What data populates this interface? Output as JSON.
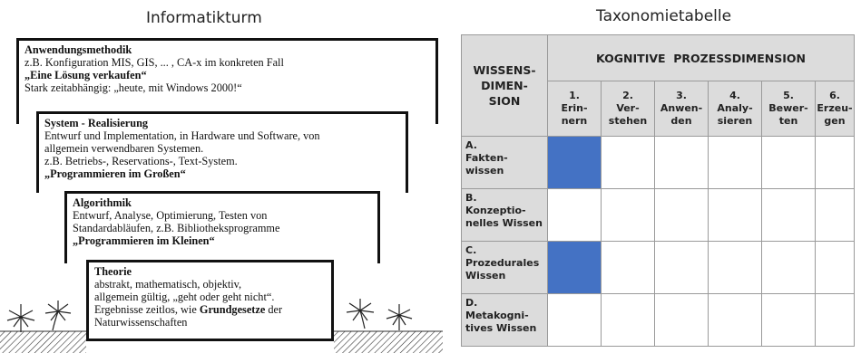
{
  "left": {
    "heading": "Informatikturm",
    "levels": [
      {
        "title": "Anwendungsmethodik",
        "lines": [
          "z.B. Konfiguration MIS, GIS, ... , CA-x im konkreten Fall"
        ],
        "emphasis": "„Eine Lösung verkaufen“",
        "extra": "Stark zeitabhängig: „heute, mit Windows 2000!“"
      },
      {
        "title": "System - Realisierung",
        "lines": [
          "Entwurf und Implementation, in Hardware und Software, von",
          "allgemein verwendbaren Systemen.",
          "z.B. Betriebs-, Reservations-, Text-System."
        ],
        "emphasis": "„Programmieren im Großen“"
      },
      {
        "title": "Algorithmik",
        "lines": [
          "Entwurf, Analyse, Optimierung, Testen von",
          "Standardabläufen, z.B. Bibliotheksprogramme"
        ],
        "emphasis": "„Programmieren im Kleinen“"
      },
      {
        "title": "Theorie",
        "lines": [
          "abstrakt, mathematisch, objektiv,",
          "allgemein gültig, „geht oder geht nicht“."
        ],
        "line5_pre": "Ergebnisse zeitlos, wie ",
        "line5_bold": "Grundgesetze",
        "line5_post": " der",
        "line6": "Naturwissenschaften"
      }
    ]
  },
  "right": {
    "heading": "Taxonomietabelle",
    "corner": [
      "WISSENS-",
      "DIMEN-",
      "SION"
    ],
    "top_header": "KOGNITIVE  PROZESSDIMENSION",
    "columns": [
      [
        "1.",
        "Erin-",
        "nern"
      ],
      [
        "2.",
        "Ver-",
        "stehen"
      ],
      [
        "3.",
        "Anwen-",
        "den"
      ],
      [
        "4.",
        "Analy-",
        "sieren"
      ],
      [
        "5.",
        "Bewer-",
        "ten"
      ],
      [
        "6.",
        "Erzeu-",
        "gen"
      ]
    ],
    "rows": [
      {
        "label": [
          "A.",
          "Fakten-",
          "wissen"
        ],
        "filled": [
          true,
          false,
          false,
          false,
          false,
          false
        ]
      },
      {
        "label": [
          "B.",
          "Konzeptio-",
          "nelles Wissen"
        ],
        "filled": [
          false,
          false,
          false,
          false,
          false,
          false
        ]
      },
      {
        "label": [
          "C.",
          "Prozedurales",
          "Wissen"
        ],
        "filled": [
          true,
          false,
          false,
          false,
          false,
          false
        ]
      },
      {
        "label": [
          "D.",
          "Metakogni-",
          "tives Wissen"
        ],
        "filled": [
          false,
          false,
          false,
          false,
          false,
          false
        ]
      }
    ],
    "fill_color": "#4472c4"
  }
}
